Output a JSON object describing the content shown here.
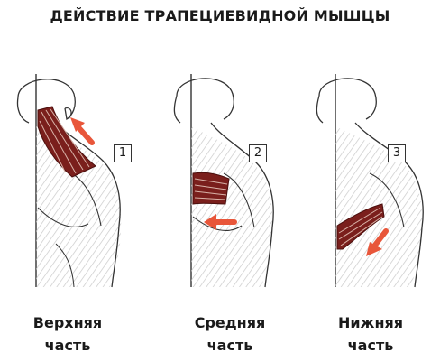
{
  "title": "ДЕЙСТВИЕ ТРАПЕЦИЕВИДНОЙ МЫШЦЫ",
  "panels": [
    {
      "number": "1",
      "line1": "Верхняя",
      "line2": "часть"
    },
    {
      "number": "2",
      "line1": "Средняя",
      "line2": "часть"
    },
    {
      "number": "3",
      "line1": "Нижняя",
      "line2": "часть"
    }
  ],
  "colors": {
    "muscle": "#7a1f1c",
    "muscle_stripe": "#d9b3a8",
    "arrow": "#e8563a",
    "outline": "#333333",
    "shade": "#bfbfbf"
  }
}
